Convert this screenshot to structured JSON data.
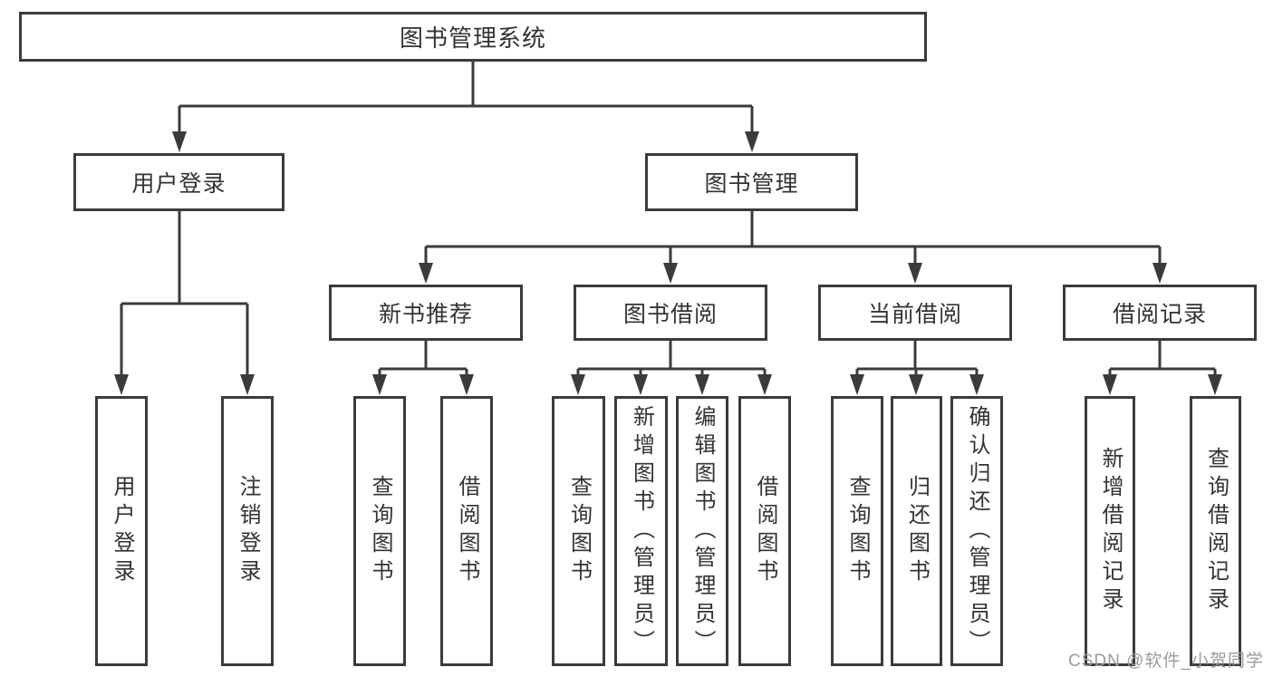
{
  "diagram": {
    "title": "图书管理系统",
    "colors": {
      "line": "#3b3b3b",
      "text": "#333333",
      "background": "#ffffff",
      "watermark": "#9b9b9b"
    },
    "root": {
      "label": "图书管理系统"
    },
    "level2": [
      {
        "label": "用户登录"
      },
      {
        "label": "图书管理"
      }
    ],
    "level3": [
      {
        "label": "新书推荐"
      },
      {
        "label": "图书借阅"
      },
      {
        "label": "当前借阅"
      },
      {
        "label": "借阅记录"
      }
    ],
    "leaves": {
      "user_login": [
        {
          "label": "用户登录"
        },
        {
          "label": "注销登录"
        }
      ],
      "new_book": [
        {
          "label": "查询图书"
        },
        {
          "label": "借阅图书"
        }
      ],
      "book_borrow": [
        {
          "label": "查询图书"
        },
        {
          "label": "新增图书（管理员）"
        },
        {
          "label": "编辑图书（管理员）"
        },
        {
          "label": "借阅图书"
        }
      ],
      "current_borrow": [
        {
          "label": "查询图书"
        },
        {
          "label": "归还图书"
        },
        {
          "label": "确认归还（管理员）"
        }
      ],
      "borrow_record": [
        {
          "label": "新增借阅记录"
        },
        {
          "label": "查询借阅记录"
        }
      ]
    },
    "watermark": "CSDN @软件_小贺同学"
  }
}
